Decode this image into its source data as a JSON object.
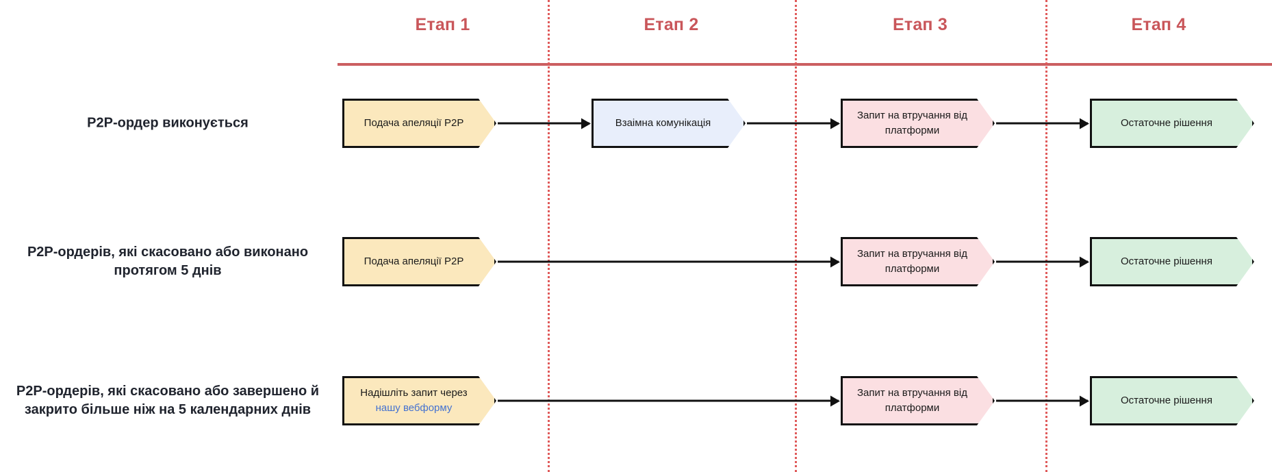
{
  "colors": {
    "stage_header": "#c9565a",
    "divider": "#e05a5a",
    "rule": "#cb5f61",
    "node_border": "#111111",
    "fill_yellow": "#fbe8bd",
    "fill_blue": "#e8eefb",
    "fill_pink": "#fbdfe2",
    "fill_green": "#d7efdd",
    "link_blue": "#4472d0"
  },
  "stages": [
    {
      "label": "Етап 1"
    },
    {
      "label": "Етап 2"
    },
    {
      "label": "Етап 3"
    },
    {
      "label": "Етап 4"
    }
  ],
  "rows": [
    {
      "label": "P2P-ордер виконується",
      "nodes": [
        {
          "stage": 1,
          "text": "Подача апеляції P2P",
          "fill": "#fbe8bd"
        },
        {
          "stage": 2,
          "text": "Взаімна комунікація",
          "fill": "#e8eefb"
        },
        {
          "stage": 3,
          "text": "Запит на втручання від платформи",
          "fill": "#fbdfe2"
        },
        {
          "stage": 4,
          "text": "Остаточне рішення",
          "fill": "#d7efdd"
        }
      ]
    },
    {
      "label": "P2P-ордерів, які скасовано або виконано протягом 5 днів",
      "nodes": [
        {
          "stage": 1,
          "text": "Подача апеляції P2P",
          "fill": "#fbe8bd"
        },
        {
          "stage": 3,
          "text": "Запит на втручання від платформи",
          "fill": "#fbdfe2"
        },
        {
          "stage": 4,
          "text": "Остаточне рішення",
          "fill": "#d7efdd"
        }
      ]
    },
    {
      "label": "P2P-ордерів, які скасовано або завершено й закрито більше ніж на 5 календарних днів",
      "nodes": [
        {
          "stage": 1,
          "text": "Надішліть запит через",
          "link_text": "нашу вебформу",
          "fill": "#fbe8bd"
        },
        {
          "stage": 3,
          "text": "Запит на втручання від платформи",
          "fill": "#fbdfe2"
        },
        {
          "stage": 4,
          "text": "Остаточне рішення",
          "fill": "#d7efdd"
        }
      ]
    }
  ]
}
